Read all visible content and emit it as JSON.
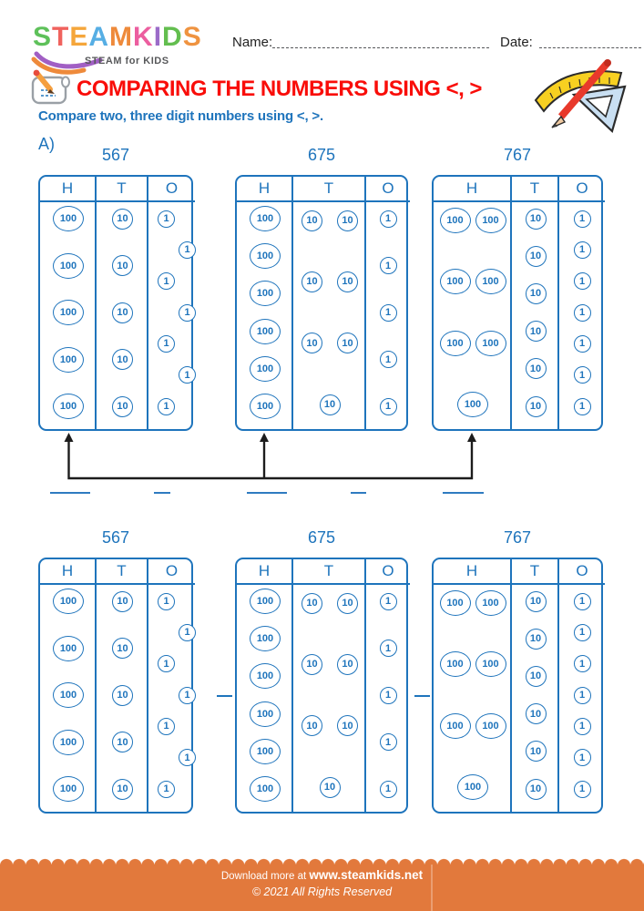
{
  "logo": {
    "letters": [
      [
        "S",
        "#5EC15A"
      ],
      [
        "T",
        "#F0625D"
      ],
      [
        "E",
        "#F5A63B"
      ],
      [
        "A",
        "#56AEE4"
      ],
      [
        "M",
        "#EE8A3B"
      ],
      [
        " ",
        ""
      ],
      [
        "K",
        "#EC5E9F"
      ],
      [
        "I",
        "#9B6BC8"
      ],
      [
        "D",
        "#63BE4F"
      ],
      [
        "S",
        "#EF9340"
      ]
    ],
    "tagline": "STEAM for KIDS"
  },
  "header": {
    "name_label": "Name:",
    "date_label": "Date:",
    "title": "COMPARING THE NUMBERS USING <, >",
    "title_color": "#F90D09",
    "subtitle": "Compare two, three digit numbers using <, >.",
    "subtitle_color": "#1E74BC"
  },
  "worksheet": {
    "section_label": "A)",
    "accent_blue": "#1E74BC",
    "column_headers": [
      "H",
      "T",
      "O"
    ],
    "numbers_compared": [
      "567",
      "675",
      "767"
    ],
    "tables": [
      {
        "number": "567",
        "columns": [
          {
            "header": "H",
            "value": "100",
            "count": 5,
            "layout": "stack"
          },
          {
            "header": "T",
            "value": "10",
            "count": 5,
            "layout": "stack"
          },
          {
            "header": "O",
            "value": "1",
            "count": 7,
            "layout": "zigzag"
          }
        ]
      },
      {
        "number": "675",
        "columns": [
          {
            "header": "H",
            "value": "100",
            "count": 6,
            "layout": "stack"
          },
          {
            "header": "T",
            "value": "10",
            "count": 7,
            "layout": "pairs"
          },
          {
            "header": "O",
            "value": "1",
            "count": 5,
            "layout": "stack"
          }
        ]
      },
      {
        "number": "767",
        "columns": [
          {
            "header": "H",
            "value": "100",
            "count": 7,
            "layout": "pairs"
          },
          {
            "header": "T",
            "value": "10",
            "count": 6,
            "layout": "stack"
          },
          {
            "header": "O",
            "value": "1",
            "count": 7,
            "layout": "stack"
          }
        ]
      }
    ],
    "rows": [
      {
        "table_order": [
          0,
          1,
          2
        ],
        "connector": "arrows-to-answer-line"
      },
      {
        "table_order": [
          0,
          1,
          2
        ],
        "connector": "dashes-between-tables"
      }
    ],
    "answer_blanks": [
      "number",
      "symbol",
      "number",
      "symbol",
      "number"
    ],
    "row2_dash_count": 2
  },
  "footer": {
    "line1_prefix": "Download more at ",
    "line1_site": "www.steamkids.net",
    "line2": "© 2021 All Rights Reserved",
    "background": "#E2793C"
  }
}
